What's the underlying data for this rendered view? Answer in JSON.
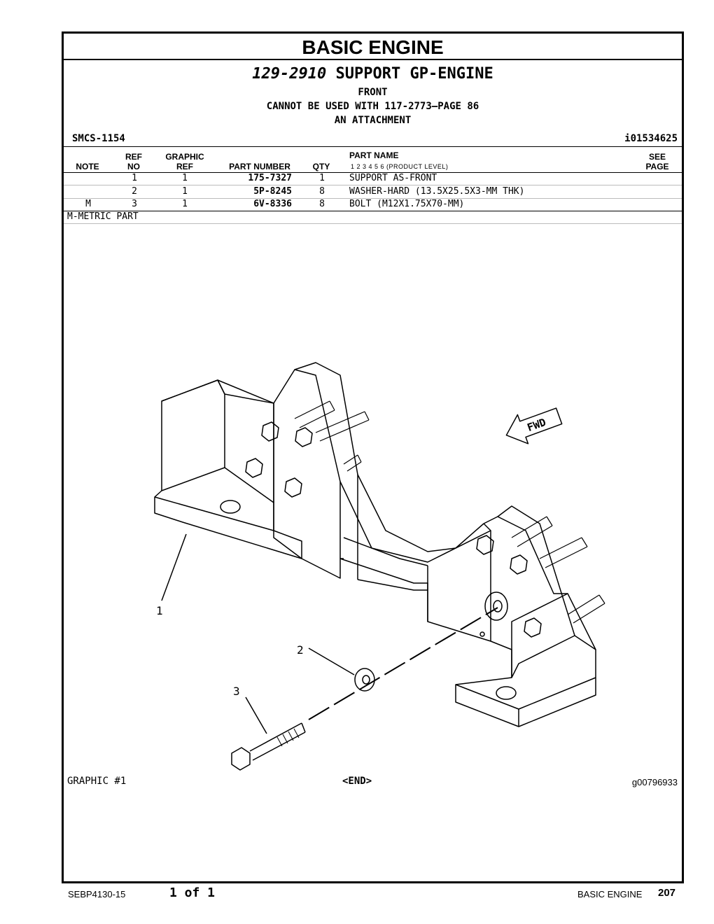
{
  "section_title": "BASIC ENGINE",
  "group": {
    "number": "129-2910",
    "name": "SUPPORT GP-ENGINE",
    "lines": [
      "FRONT",
      "CANNOT BE USED WITH 117-2773—PAGE 86",
      "AN ATTACHMENT"
    ]
  },
  "smcs": "SMCS-1154",
  "illustration_id": "i01534625",
  "table": {
    "headers": {
      "note": "NOTE",
      "ref_top": "REF",
      "ref_bottom": "NO",
      "graphic_top": "GRAPHIC",
      "graphic_bottom": "REF",
      "part_number": "PART NUMBER",
      "qty": "QTY",
      "part_name": "PART NAME",
      "levels": "1   2   3   4   5   6   (PRODUCT LEVEL)",
      "see_top": "SEE",
      "see_bottom": "PAGE"
    },
    "rows": [
      {
        "note": "",
        "ref": "1",
        "graphic": "1",
        "part_number": "175-7327",
        "qty": "1",
        "name": "SUPPORT AS-FRONT"
      },
      {
        "note": "",
        "ref": "2",
        "graphic": "1",
        "part_number": "5P-8245",
        "qty": "8",
        "name": "WASHER-HARD (13.5X25.5X3-MM THK)"
      },
      {
        "note": "M",
        "ref": "3",
        "graphic": "1",
        "part_number": "6V-8336",
        "qty": "8",
        "name": "BOLT (M12X1.75X70-MM)"
      }
    ],
    "footnote": "M-METRIC PART"
  },
  "figure": {
    "callouts": [
      "1",
      "2",
      "3"
    ],
    "fwd_label": "FWD",
    "graphic_label": "GRAPHIC #1",
    "end_label": "<END>",
    "graphic_id": "g00796933"
  },
  "footer": {
    "doc_number": "SEBP4130-15",
    "page_of": "1 of 1",
    "section": "BASIC ENGINE",
    "page": "207"
  }
}
